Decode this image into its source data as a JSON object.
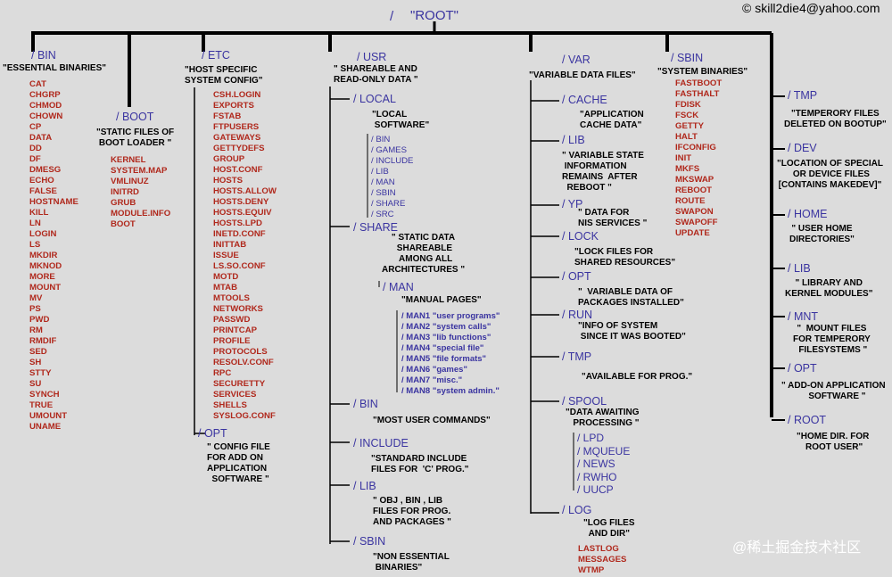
{
  "root": {
    "slash": "/",
    "label": "\"ROOT\""
  },
  "copyright": "© skill2die4@yahoo.com",
  "watermark": "@稀土掘金技术社区",
  "bin": {
    "label": "/ BIN",
    "desc": "\"ESSENTIAL BINARIES\"",
    "items": [
      "CAT",
      "CHGRP",
      "CHMOD",
      "CHOWN",
      "CP",
      "DATA",
      "DD",
      "DF",
      "DMESG",
      "ECHO",
      "FALSE",
      "HOSTNAME",
      "KILL",
      "LN",
      "LOGIN",
      "LS",
      "MKDIR",
      "MKNOD",
      "MORE",
      "MOUNT",
      "MV",
      "PS",
      "PWD",
      "RM",
      "RMDIF",
      "SED",
      "SH",
      "STTY",
      "SU",
      "SYNCH",
      "TRUE",
      "UMOUNT",
      "UNAME"
    ]
  },
  "boot": {
    "label": "/ BOOT",
    "desc": "\"STATIC FILES OF\nBOOT LOADER \"",
    "items": [
      "KERNEL",
      "SYSTEM.MAP",
      "VMLINUZ",
      "INITRD",
      "GRUB",
      "MODULE.INFO",
      "BOOT"
    ]
  },
  "etc": {
    "label": "/ ETC",
    "desc": "\"HOST SPECIFIC\nSYSTEM CONFIG\"",
    "items": [
      "CSH.LOGIN",
      "EXPORTS",
      "FSTAB",
      "FTPUSERS",
      "GATEWAYS",
      "GETTYDEFS",
      "GROUP",
      "HOST.CONF",
      "HOSTS",
      "HOSTS.ALLOW",
      "HOSTS.DENY",
      "HOSTS.EQUIV",
      "HOSTS.LPD",
      "INETD.CONF",
      "INITTAB",
      "ISSUE",
      "LS.SO.CONF",
      "MOTD",
      "MTAB",
      "MTOOLS",
      "NETWORKS",
      "PASSWD",
      "PRINTCAP",
      "PROFILE",
      "PROTOCOLS",
      "RESOLV.CONF",
      "RPC",
      "SECURETTY",
      "SERVICES",
      "SHELLS",
      "SYSLOG.CONF"
    ],
    "opt": {
      "label": "/ OPT",
      "desc": "\" CONFIG FILE\nFOR ADD ON\nAPPLICATION\n  SOFTWARE \""
    }
  },
  "usr": {
    "label": "/ USR",
    "desc": "\" SHAREABLE AND\nREAD-ONLY DATA \"",
    "local": {
      "label": "/ LOCAL",
      "desc": "\"LOCAL\n SOFTWARE\"",
      "items": [
        "/ BIN",
        "/ GAMES",
        "/ INCLUDE",
        "/ LIB",
        "/ MAN",
        "/ SBIN",
        "/ SHARE",
        "/ SRC"
      ]
    },
    "share": {
      "label": "/ SHARE",
      "desc": "\" STATIC DATA\n SHAREABLE\n  AMONG ALL\nARCHITECTURES \""
    },
    "man": {
      "label": "/ MAN",
      "desc": "\"MANUAL PAGES\"",
      "items": [
        {
          "dir": "/ MAN1",
          "note": "\"user programs\""
        },
        {
          "dir": "/ MAN2",
          "note": "\"system calls\""
        },
        {
          "dir": "/ MAN3",
          "note": "\"lib functions\""
        },
        {
          "dir": "/ MAN4",
          "note": "\"special file\""
        },
        {
          "dir": "/ MAN5",
          "note": "\"file formats\""
        },
        {
          "dir": "/ MAN6",
          "note": "\"games\""
        },
        {
          "dir": "/ MAN7",
          "note": "\"misc.\""
        },
        {
          "dir": "/ MAN8",
          "note": "\"system admin.\""
        }
      ]
    },
    "bin": {
      "label": "/ BIN",
      "desc": "\"MOST USER COMMANDS\""
    },
    "include": {
      "label": "/ INCLUDE",
      "desc": "\"STANDARD INCLUDE\nFILES FOR  'C' PROG.\""
    },
    "lib": {
      "label": "/ LIB",
      "desc": "\" OBJ , BIN , LIB\nFILES FOR PROG.\nAND PACKAGES \""
    },
    "sbin": {
      "label": "/ SBIN",
      "desc": "\"NON ESSENTIAL\n BINARIES\""
    }
  },
  "var": {
    "label": "/ VAR",
    "desc": "\"VARIABLE DATA FILES\"",
    "cache": {
      "label": "/ CACHE",
      "desc": "\"APPLICATION\nCACHE DATA\""
    },
    "lib": {
      "label": "/ LIB",
      "desc": "\" VARIABLE STATE\n INFORMATION\nREMAINS  AFTER\n  REBOOT \""
    },
    "yp": {
      "label": "/ YP",
      "desc": "\" DATA FOR\nNIS SERVICES \""
    },
    "lock": {
      "label": "/ LOCK",
      "desc": "\"LOCK FILES FOR\nSHARED RESOURCES\""
    },
    "opt": {
      "label": "/ OPT",
      "desc": "\"  VARIABLE DATA OF\nPACKAGES INSTALLED\""
    },
    "run": {
      "label": "/ RUN",
      "desc": "\"INFO OF SYSTEM\n SINCE IT WAS BOOTED\""
    },
    "tmp": {
      "label": "/ TMP",
      "desc": "\"AVAILABLE FOR PROG.\""
    },
    "spool": {
      "label": "/ SPOOL",
      "desc": "\"DATA AWAITING\n   PROCESSING \"",
      "items": [
        "/ LPD",
        "/ MQUEUE",
        "/ NEWS",
        "/ RWHO",
        "/ UUCP"
      ]
    },
    "log": {
      "label": "/ LOG",
      "desc": "\"LOG FILES\nAND DIR\"",
      "items": [
        "LASTLOG",
        "MESSAGES",
        "WTMP"
      ]
    }
  },
  "sbin": {
    "label": "/ SBIN",
    "desc": "\"SYSTEM BINARIES\"",
    "items": [
      "FASTBOOT",
      "FASTHALT",
      "FDISK",
      "FSCK",
      "GETTY",
      "HALT",
      "IFCONFIG",
      "INIT",
      "MKFS",
      "MKSWAP",
      "REBOOT",
      "ROUTE",
      "SWAPON",
      "SWAPOFF",
      "UPDATE"
    ]
  },
  "right": {
    "tmp": {
      "label": "/ TMP",
      "desc": "\"TEMPERORY FILES\nDELETED ON BOOTUP\""
    },
    "dev": {
      "label": "/ DEV",
      "desc": "\"LOCATION OF SPECIAL\n OR DEVICE FILES\n[CONTAINS MAKEDEV]\""
    },
    "home": {
      "label": "/ HOME",
      "desc": "\" USER HOME\nDIRECTORIES\""
    },
    "lib": {
      "label": "/ LIB",
      "desc": "\" LIBRARY AND\nKERNEL MODULES\""
    },
    "mnt": {
      "label": "/ MNT",
      "desc": "\"  MOUNT FILES\nFOR TEMPERORY\n FILESYSTEMS \""
    },
    "opt": {
      "label": "/ OPT",
      "desc": "\" ADD-ON APPLICATION\n   SOFTWARE \""
    },
    "root": {
      "label": "/ ROOT",
      "desc": "\"HOME DIR. FOR\n ROOT USER\""
    }
  }
}
